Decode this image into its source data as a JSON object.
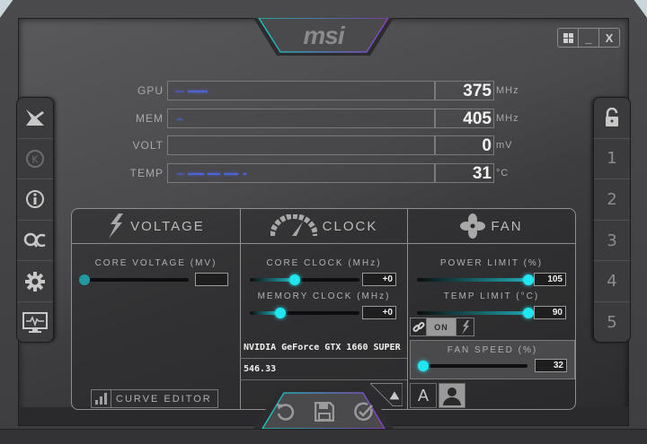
{
  "app": {
    "brand": "msi",
    "window_controls": [
      {
        "name": "windows-icon",
        "glyph": "windows"
      },
      {
        "name": "minimize-button",
        "glyph": "_"
      },
      {
        "name": "close-button",
        "glyph": "X"
      }
    ]
  },
  "monitor": {
    "rows": [
      {
        "label": "GPU",
        "value": "375",
        "unit": "MHz"
      },
      {
        "label": "MEM",
        "value": "405",
        "unit": "MHz"
      },
      {
        "label": "VOLT",
        "value": "0",
        "unit": "mV"
      },
      {
        "label": "TEMP",
        "value": "31",
        "unit": "°C"
      }
    ]
  },
  "left_sidebar": {
    "items": [
      {
        "name": "kombustor-icon"
      },
      {
        "name": "k-boost-icon"
      },
      {
        "name": "info-icon"
      },
      {
        "name": "oc-scanner-icon"
      },
      {
        "name": "settings-icon"
      },
      {
        "name": "monitoring-icon"
      }
    ]
  },
  "right_sidebar": {
    "lock": "unlock-icon",
    "profiles": [
      "1",
      "2",
      "3",
      "4",
      "5"
    ]
  },
  "voltage": {
    "title": "VOLTAGE",
    "core_voltage_label": "CORE VOLTAGE  (MV)",
    "core_voltage_value": "",
    "curve_editor_label": "CURVE EDITOR"
  },
  "clock": {
    "title": "CLOCK",
    "core_clock_label": "CORE CLOCK (MHz)",
    "core_clock_value": "+0",
    "memory_clock_label": "MEMORY CLOCK (MHz)",
    "memory_clock_value": "+0",
    "gpu_name": "NVIDIA GeForce GTX 1660 SUPER",
    "driver_version": "546.33"
  },
  "fan": {
    "title": "FAN",
    "power_limit_label": "POWER LIMIT (%)",
    "power_limit_value": "105",
    "temp_limit_label": "TEMP LIMIT (°C)",
    "temp_limit_value": "90",
    "link_toggle_label": "ON",
    "fan_speed_label": "FAN SPEED (%)",
    "fan_speed_value": "32",
    "auto_label": "A"
  },
  "actions": [
    "reset-icon",
    "save-icon",
    "apply-icon"
  ],
  "colors": {
    "accent_cyan": "#1fe6f0",
    "trace_blue": "#4e63d8",
    "notch_gradient_start": "#19c4b4",
    "notch_gradient_end": "#8a3cc8"
  }
}
